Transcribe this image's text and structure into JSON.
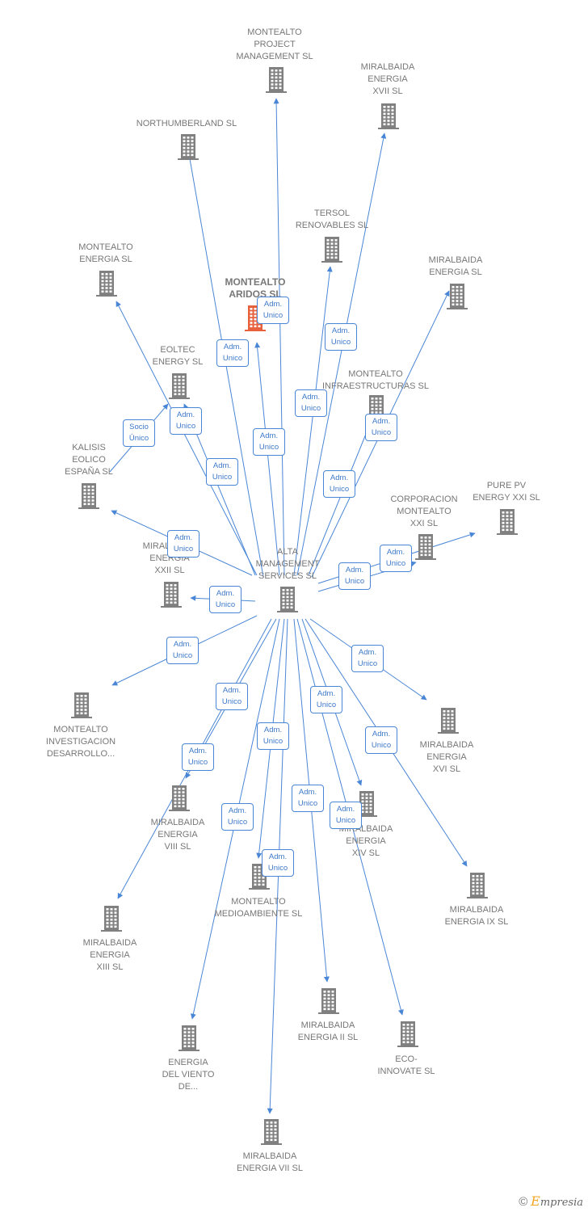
{
  "colors": {
    "edge": "#4a86d6",
    "node": "#808080",
    "focus": "#e8603c",
    "badge_text": "#3d79c9"
  },
  "nodes": [
    {
      "id": "alta",
      "label": "ALTA\nMANAGEMENT\nSERVICES SL",
      "icon": "building-icon"
    },
    {
      "id": "montealto_aridos",
      "label": "MONTEALTO\nARIDOS SL",
      "icon": "building-icon",
      "focus": true
    },
    {
      "id": "montealto_pm",
      "label": "MONTEALTO\nPROJECT\nMANAGEMENT SL",
      "icon": "building-icon"
    },
    {
      "id": "miralbaida_xvii",
      "label": "MIRALBAIDA\nENERGIA\nXVII SL",
      "icon": "building-icon"
    },
    {
      "id": "northumberland",
      "label": "NORTHUMBERLAND SL",
      "icon": "building-icon"
    },
    {
      "id": "tersol",
      "label": "TERSOL\nRENOVABLES SL",
      "icon": "building-icon"
    },
    {
      "id": "montealto_energia",
      "label": "MONTEALTO\nENERGIA SL",
      "icon": "building-icon"
    },
    {
      "id": "miralbaida_energia",
      "label": "MIRALBAIDA\nENERGIA SL",
      "icon": "building-icon"
    },
    {
      "id": "eoltec",
      "label": "EOLTEC\nENERGY SL",
      "icon": "building-icon"
    },
    {
      "id": "montealto_infra",
      "label": "MONTEALTO\nINFRAESTRUCTURAS SL",
      "icon": "building-icon"
    },
    {
      "id": "kalisis",
      "label": "KALISIS\nEOLICO\nESPAÑA SL",
      "icon": "building-icon"
    },
    {
      "id": "pure_pv",
      "label": "PURE PV\nENERGY XXI SL",
      "icon": "building-icon"
    },
    {
      "id": "corporacion",
      "label": "CORPORACION\nMONTEALTO\nXXI SL",
      "icon": "building-icon"
    },
    {
      "id": "miralbaida_xxii",
      "label": "MIRALBAIDA\nENERGIA\nXXII SL",
      "icon": "building-icon"
    },
    {
      "id": "montealto_id",
      "label": "MONTEALTO\nINVESTIGACION\nDESARROLLO...",
      "icon": "building-icon"
    },
    {
      "id": "miralbaida_xvi",
      "label": "MIRALBAIDA\nENERGIA\nXVI SL",
      "icon": "building-icon"
    },
    {
      "id": "miralbaida_viii",
      "label": "MIRALBAIDA\nENERGIA\nVIII SL",
      "icon": "building-icon"
    },
    {
      "id": "miralbaida_xiv",
      "label": "MIRALBAIDA\nENERGIA\nXIV SL",
      "icon": "building-icon"
    },
    {
      "id": "montealto_medio",
      "label": "MONTEALTO\nMEDIOAMBIENTE SL",
      "icon": "building-icon"
    },
    {
      "id": "miralbaida_ix",
      "label": "MIRALBAIDA\nENERGIA IX SL",
      "icon": "building-icon"
    },
    {
      "id": "miralbaida_xiii",
      "label": "MIRALBAIDA\nENERGIA\nXIII SL",
      "icon": "building-icon"
    },
    {
      "id": "miralbaida_ii",
      "label": "MIRALBAIDA\nENERGIA II SL",
      "icon": "building-icon"
    },
    {
      "id": "eco_innovate",
      "label": "ECO-\nINNOVATE SL",
      "icon": "building-icon"
    },
    {
      "id": "energia_viento",
      "label": "ENERGIA\nDEL VIENTO\nDE...",
      "icon": "building-icon"
    },
    {
      "id": "miralbaida_vii",
      "label": "MIRALBAIDA\nENERGIA VII SL",
      "icon": "building-icon"
    }
  ],
  "edges": [
    {
      "from": "alta",
      "to": "montealto_pm",
      "label": "Adm.\nUnico"
    },
    {
      "from": "alta",
      "to": "miralbaida_xvii",
      "label": "Adm.\nUnico"
    },
    {
      "from": "alta",
      "to": "northumberland",
      "label": "Adm.\nUnico"
    },
    {
      "from": "alta",
      "to": "tersol",
      "label": "Adm.\nUnico"
    },
    {
      "from": "alta",
      "to": "montealto_aridos",
      "label": "Adm.\nUnico"
    },
    {
      "from": "alta",
      "to": "montealto_energia",
      "label": "Adm.\nUnico"
    },
    {
      "from": "alta",
      "to": "miralbaida_energia",
      "label": "Adm.\nUnico"
    },
    {
      "from": "alta",
      "to": "eoltec",
      "label": "Adm.\nUnico"
    },
    {
      "from": "alta",
      "to": "montealto_infra",
      "label": "Adm.\nUnico"
    },
    {
      "from": "kalisis",
      "to": "eoltec",
      "label": "Socio\nÚnico"
    },
    {
      "from": "alta",
      "to": "kalisis",
      "label": "Adm.\nUnico"
    },
    {
      "from": "alta",
      "to": "pure_pv",
      "label": "Adm.\nUnico"
    },
    {
      "from": "alta",
      "to": "corporacion",
      "label": "Adm.\nUnico"
    },
    {
      "from": "alta",
      "to": "miralbaida_xxii",
      "label": "Adm.\nUnico"
    },
    {
      "from": "alta",
      "to": "montealto_id",
      "label": "Adm.\nUnico"
    },
    {
      "from": "alta",
      "to": "miralbaida_xvi",
      "label": "Adm.\nUnico"
    },
    {
      "from": "alta",
      "to": "miralbaida_viii",
      "label": "Adm.\nUnico"
    },
    {
      "from": "alta",
      "to": "miralbaida_xiv",
      "label": "Adm.\nUnico"
    },
    {
      "from": "alta",
      "to": "montealto_medio",
      "label": "Adm.\nUnico"
    },
    {
      "from": "alta",
      "to": "miralbaida_ix",
      "label": "Adm.\nUnico"
    },
    {
      "from": "alta",
      "to": "miralbaida_xiii",
      "label": "Adm.\nUnico"
    },
    {
      "from": "alta",
      "to": "miralbaida_ii",
      "label": "Adm.\nUnico"
    },
    {
      "from": "alta",
      "to": "eco_innovate",
      "label": "Adm.\nUnico"
    },
    {
      "from": "alta",
      "to": "energia_viento",
      "label": "Adm.\nUnico"
    },
    {
      "from": "alta",
      "to": "miralbaida_vii",
      "label": "Adm.\nUnico"
    }
  ],
  "brand": {
    "copyright": "©",
    "initial": "E",
    "rest": "mpresia"
  }
}
